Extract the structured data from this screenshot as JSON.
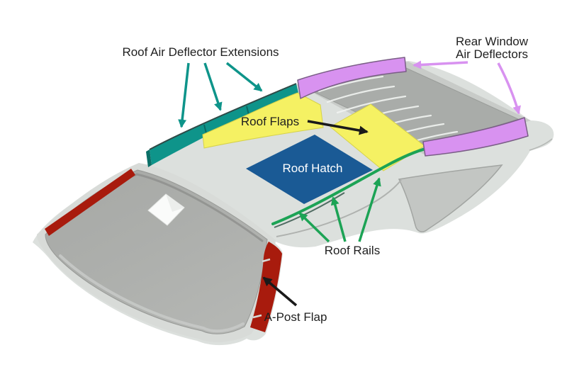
{
  "diagram": {
    "background": "#FFFFFF",
    "labels": {
      "roof_air_deflector_extensions": "Roof Air Deflector Extensions",
      "rear_window_air_deflectors_line1": "Rear Window",
      "rear_window_air_deflectors_line2": "Air Deflectors",
      "roof_flaps": "Roof Flaps",
      "roof_hatch": "Roof Hatch",
      "roof_rails": "Roof Rails",
      "a_post_flap": "A-Post Flap"
    },
    "colors": {
      "roof_air_deflector_extensions": "#0E948A",
      "rear_window_air_deflectors": "#D892F0",
      "roof_flaps": "#F5F163",
      "roof_hatch": "#1A5A95",
      "roof_rails": "#1CA355",
      "a_post_flap": "#A81B0D",
      "cab_body": "#DCE0DD",
      "windshield_glass": "#ACAEAB",
      "rear_deck": "#A9ACA9",
      "label_text": "#1F1F1F",
      "hatch_label_text": "#FFFFFF",
      "black_arrow": "#1A1A1A"
    }
  }
}
